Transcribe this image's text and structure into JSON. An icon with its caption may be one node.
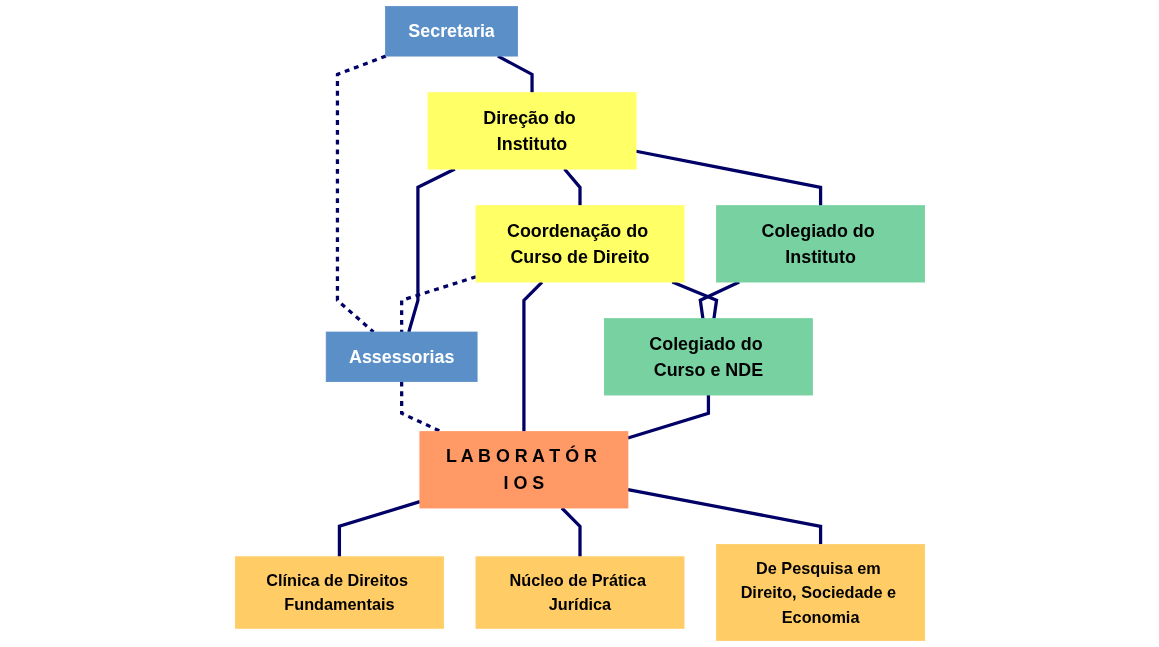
{
  "diagram": {
    "nodes": [
      {
        "text": [
          "Direção do Instituto"
        ]
      },
      {
        "text": [
          "Secretaria"
        ]
      },
      {
        "text": [
          "Assessorias"
        ]
      },
      {
        "text": [
          "Colegiado do Instituto"
        ]
      },
      {
        "text": [
          "Coordenação do Curso de Direito"
        ]
      },
      {
        "text": [
          "Colegiado do Curso e NDE"
        ]
      },
      {
        "text": [
          "L A B O R A T Ó R I O S"
        ]
      },
      {
        "text": [
          "Clínica de Direitos Fundamentais"
        ]
      },
      {
        "text": [
          "Núcleo de Prática Jurídica"
        ]
      },
      {
        "text": [
          "De Pesquisa em Direito, Sociedade e Economia"
        ]
      }
    ],
    "edges": [
      {
        "from": 0,
        "to": 4,
        "arrow": "none"
      },
      {
        "from": 0,
        "to": 3,
        "arrow": "none"
      },
      {
        "from": 1,
        "to": 0,
        "arrow": "none"
      },
      {
        "from": 2,
        "to": 0,
        "arrow": "none"
      },
      {
        "from": 1,
        "to": 2,
        "arrow": "none",
        "style": "dashed"
      },
      {
        "from": 4,
        "to": 2,
        "arrow": "none",
        "style": "dashed"
      },
      {
        "from": 2,
        "to": 6,
        "arrow": "none",
        "style": "dashed"
      },
      {
        "from": 3,
        "to": 5,
        "arrow": "none"
      },
      {
        "from": 4,
        "to": 5,
        "arrow": "none"
      },
      {
        "from": 4,
        "to": 6,
        "arrow": "none"
      },
      {
        "from": 5,
        "to": 6,
        "arrow": "none"
      },
      {
        "from": 6,
        "to": 7,
        "arrow": "none"
      },
      {
        "from": 6,
        "to": 8,
        "arrow": "none"
      },
      {
        "from": 6,
        "to": 9,
        "arrow": "none"
      }
    ]
  }
}
